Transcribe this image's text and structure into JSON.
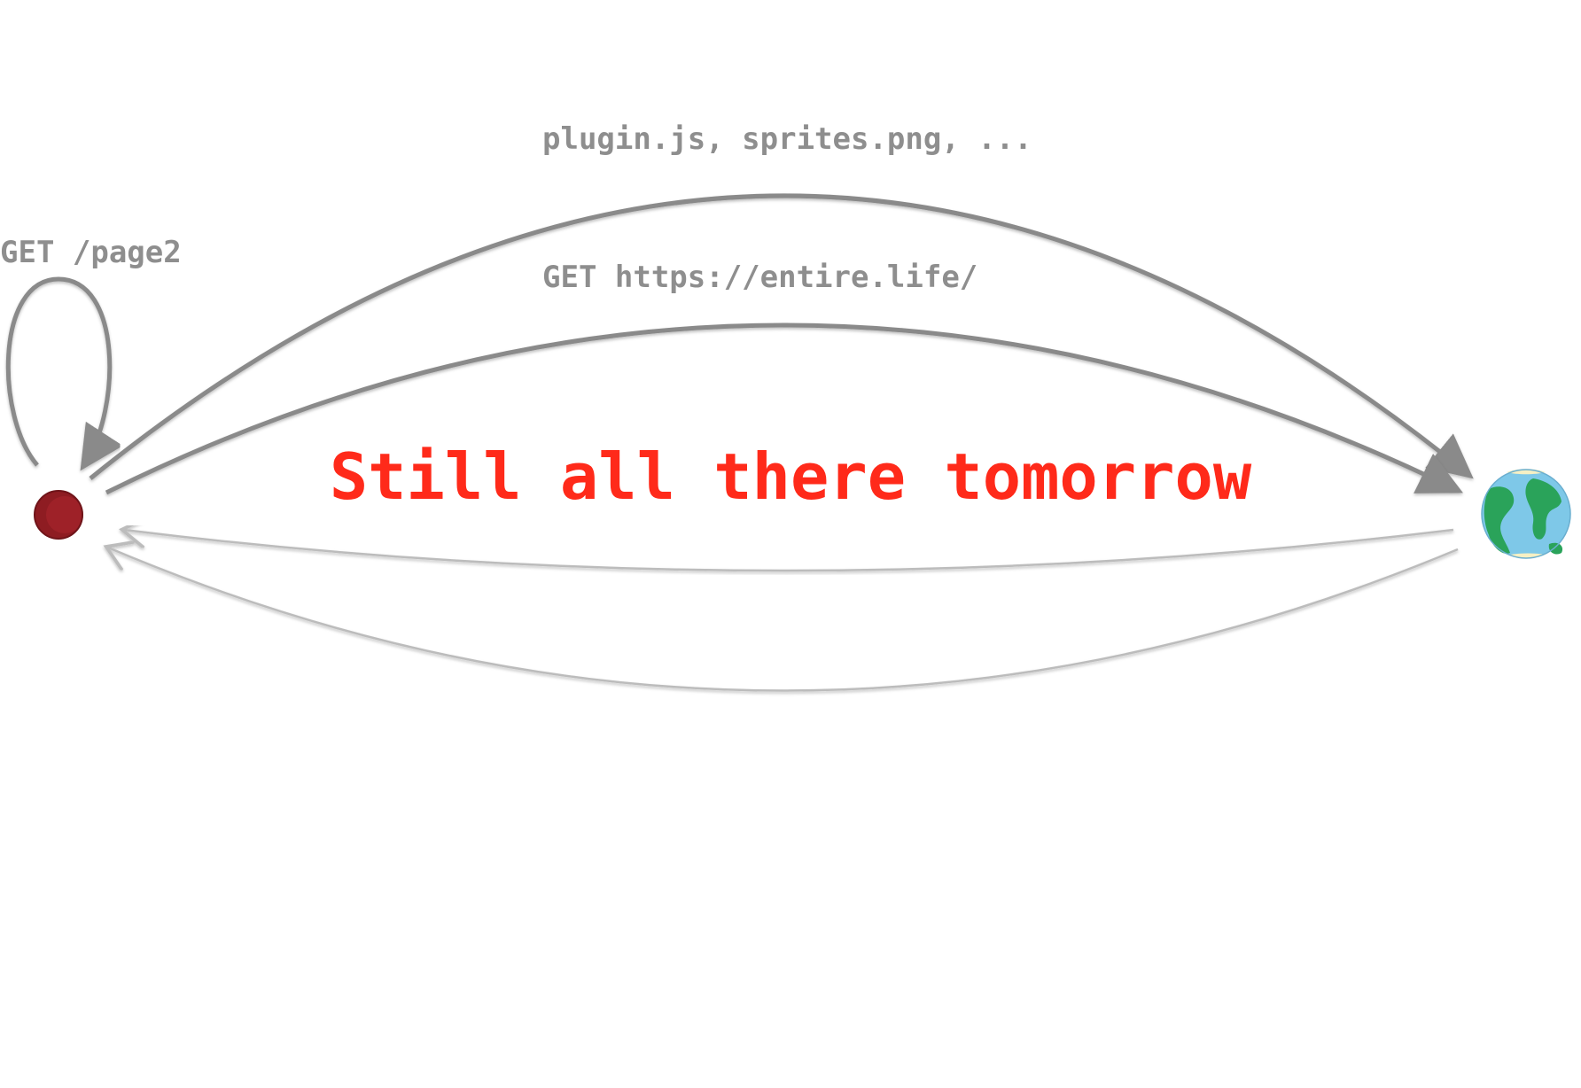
{
  "labels": {
    "loop_request": "GET /page2",
    "asset_requests": "plugin.js, sprites.png, ...",
    "root_request": "GET https://entire.life/"
  },
  "headline": "Still all there tomorrow",
  "nodes": {
    "client": {
      "icon": "red-dot-icon",
      "color": "#8e1c22"
    },
    "server": {
      "icon": "globe-icon",
      "ocean_color": "#7ec8e8",
      "land_color": "#2aa35a"
    }
  },
  "colors": {
    "request_arrow": "#8a8a8a",
    "response_arrow": "#bcbcbc",
    "headline": "#ff2a1a",
    "label": "#8e8e8e"
  }
}
